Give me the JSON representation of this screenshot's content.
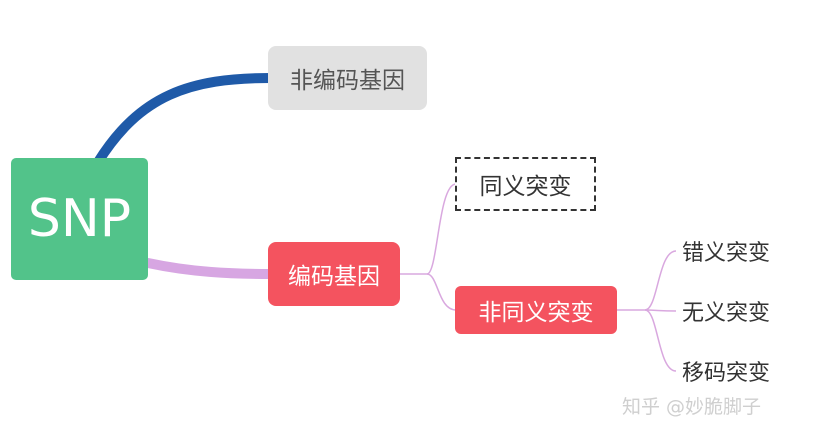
{
  "nodes": {
    "root": "SNP",
    "noncoding": "非编码基因",
    "coding": "编码基因",
    "synonymous": "同义突变",
    "nonsynonymous": "非同义突变",
    "missense": "错义突变",
    "nonsense": "无义突变",
    "frameshift": "移码突变"
  },
  "watermark": "知乎 @妙脆脚子",
  "colors": {
    "root_fill": "#52c38a",
    "noncoding_fill": "#e1e1e1",
    "coding_fill": "#f4535f",
    "branch_noncoding": "#1f5aa8",
    "branch_coding": "#d7a6e2",
    "thin_connector": "#d9a8df"
  }
}
